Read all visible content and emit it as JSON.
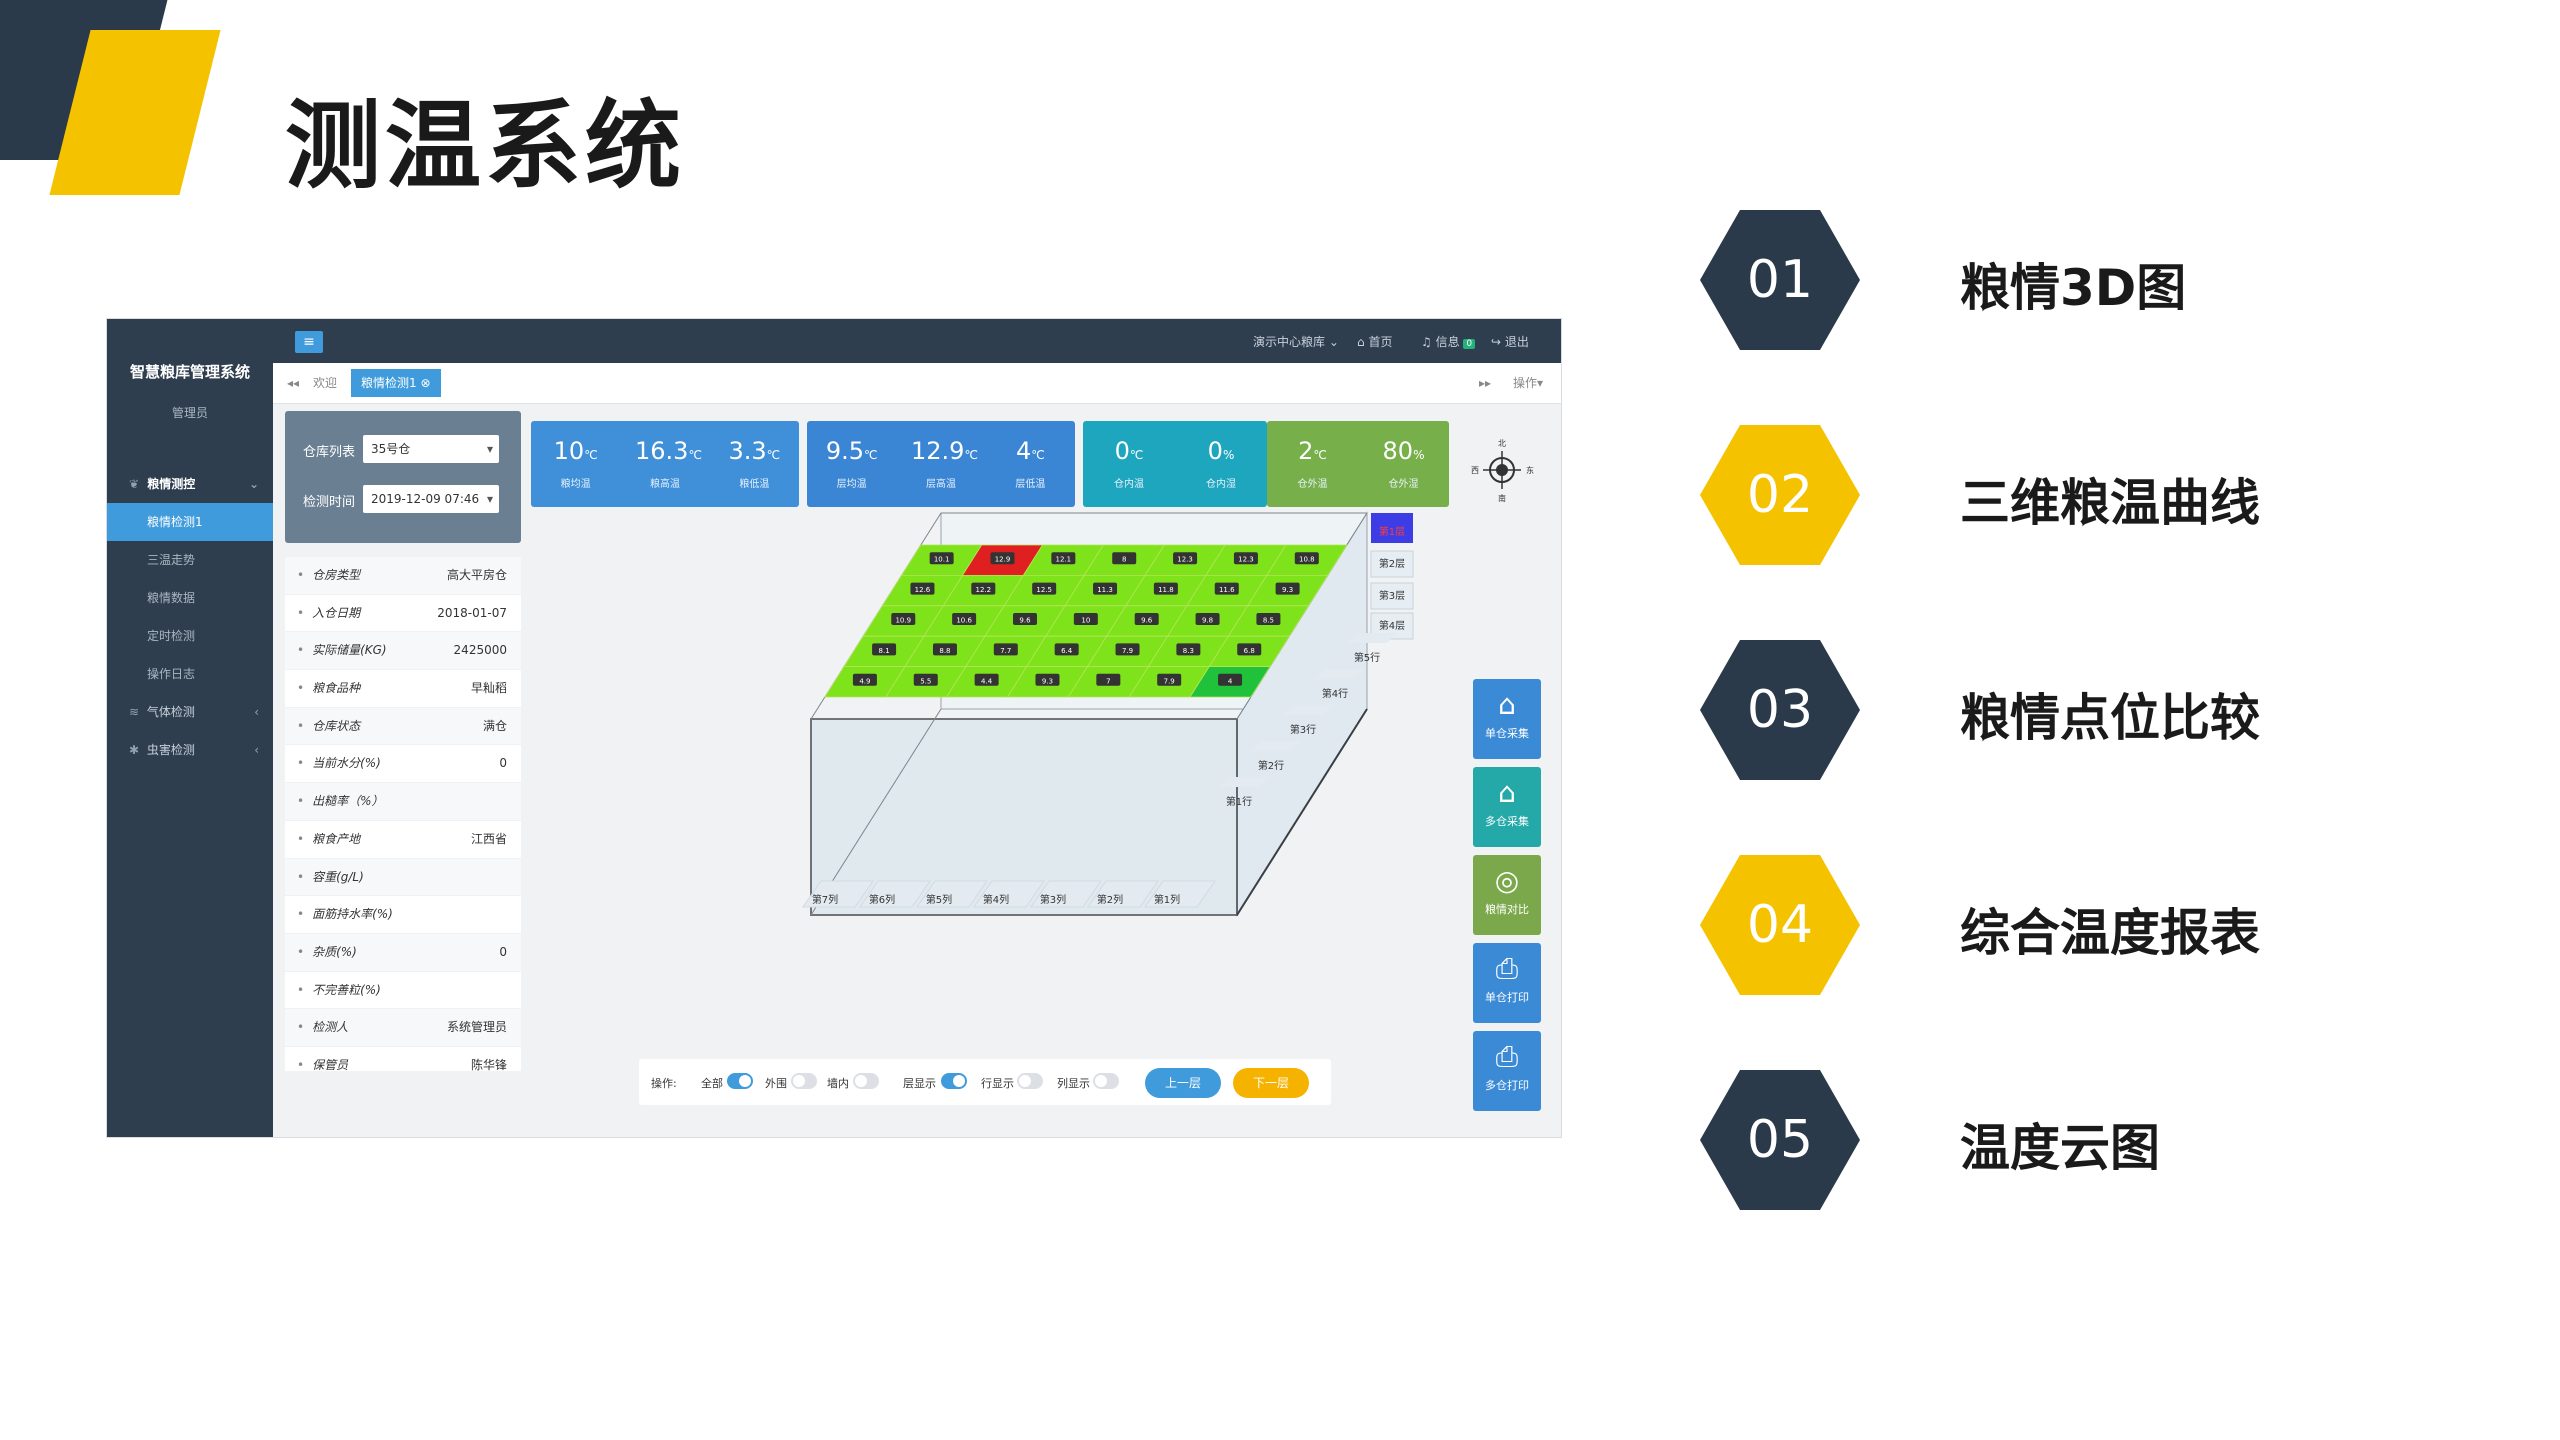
{
  "slide": {
    "title": "测温系统",
    "colors": {
      "dark": "#2b3a4a",
      "accent": "#f5c200"
    }
  },
  "features": [
    {
      "num": "01",
      "label": "粮情3D图",
      "color": "#2b3a4a"
    },
    {
      "num": "02",
      "label": "三维粮温曲线",
      "color": "#f5c200"
    },
    {
      "num": "03",
      "label": "粮情点位比较",
      "color": "#2b3a4a"
    },
    {
      "num": "04",
      "label": "综合温度报表",
      "color": "#f5c200"
    },
    {
      "num": "05",
      "label": "温度云图",
      "color": "#2b3a4a"
    }
  ],
  "app": {
    "brand": "智慧粮库管理系统",
    "role": "管理员",
    "menu": {
      "group1": "粮情测控",
      "items": [
        "粮情检测1",
        "三温走势",
        "粮情数据",
        "定时检测",
        "操作日志"
      ],
      "group2": "气体检测",
      "group3": "虫害检测"
    },
    "topbar": {
      "depot": "演示中心粮库",
      "home": "首页",
      "messages": "信息",
      "message_count": "0",
      "logout": "退出"
    },
    "tabs": {
      "welcome": "欢迎",
      "active": "粮情检测1",
      "ops": "操作"
    },
    "filters": {
      "warehouse_label": "仓库列表",
      "warehouse_value": "35号仓",
      "time_label": "检测时间",
      "time_value": "2019-12-09 07:46"
    },
    "info": [
      {
        "k": "仓房类型",
        "v": "高大平房仓"
      },
      {
        "k": "入仓日期",
        "v": "2018-01-07"
      },
      {
        "k": "实际储量(KG)",
        "v": "2425000"
      },
      {
        "k": "粮食品种",
        "v": "早籼稻"
      },
      {
        "k": "仓库状态",
        "v": "满仓"
      },
      {
        "k": "当前水分(%)",
        "v": "0"
      },
      {
        "k": "出糙率（%）",
        "v": ""
      },
      {
        "k": "粮食产地",
        "v": "江西省"
      },
      {
        "k": "容重(g/L)",
        "v": ""
      },
      {
        "k": "面筋持水率(%)",
        "v": ""
      },
      {
        "k": "杂质(%)",
        "v": "0"
      },
      {
        "k": "不完善粒(%)",
        "v": ""
      },
      {
        "k": "检测人",
        "v": "系统管理员"
      },
      {
        "k": "保管员",
        "v": "陈华锋"
      }
    ],
    "stats": [
      {
        "color": "#3f8fd9",
        "cells": [
          {
            "v": "10",
            "u": "℃",
            "l": "粮均温"
          },
          {
            "v": "16.3",
            "u": "℃",
            "l": "粮高温"
          },
          {
            "v": "3.3",
            "u": "℃",
            "l": "粮低温"
          }
        ]
      },
      {
        "color": "#3b86d4",
        "cells": [
          {
            "v": "9.5",
            "u": "℃",
            "l": "层均温"
          },
          {
            "v": "12.9",
            "u": "℃",
            "l": "层高温"
          },
          {
            "v": "4",
            "u": "℃",
            "l": "层低温"
          }
        ]
      },
      {
        "color": "#1fa6bf",
        "cells": [
          {
            "v": "0",
            "u": "℃",
            "l": "仓内温"
          },
          {
            "v": "0",
            "u": "%",
            "l": "仓内湿"
          }
        ]
      },
      {
        "color": "#77b04a",
        "cells": [
          {
            "v": "2",
            "u": "℃",
            "l": "仓外温"
          },
          {
            "v": "80",
            "u": "%",
            "l": "仓外湿"
          }
        ]
      }
    ],
    "compass": {
      "n": "北",
      "s": "南",
      "w": "西",
      "e": "东"
    },
    "grid": {
      "rows": [
        [
          "10.1",
          "12.9",
          "12.1",
          "8",
          "12.3",
          "12.3",
          "10.8"
        ],
        [
          "12.6",
          "12.2",
          "12.5",
          "11.3",
          "11.8",
          "11.6",
          "9.3"
        ],
        [
          "10.9",
          "10.6",
          "9.6",
          "10",
          "9.6",
          "9.8",
          "8.5"
        ],
        [
          "8.1",
          "8.8",
          "7.7",
          "6.4",
          "7.9",
          "8.3",
          "6.8"
        ],
        [
          "4.9",
          "5.5",
          "4.4",
          "9.3",
          "7",
          "7.9",
          "4"
        ]
      ],
      "hot_color": "#e02020",
      "cold_color": "#1fc23a",
      "base_color": "#7ee31a"
    },
    "layers": [
      "第1层",
      "第2层",
      "第3层",
      "第4层"
    ],
    "row_labels": [
      "第5行",
      "第4行",
      "第3行",
      "第2行",
      "第1行"
    ],
    "col_labels": [
      "第7列",
      "第6列",
      "第5列",
      "第4列",
      "第3列",
      "第2列",
      "第1列"
    ],
    "side_buttons": [
      {
        "label": "单仓采集",
        "color": "#3b8ad6",
        "icon": "⌂"
      },
      {
        "label": "多仓采集",
        "color": "#25a9a8",
        "icon": "⌂"
      },
      {
        "label": "粮情对比",
        "color": "#7aa84a",
        "icon": "◎"
      },
      {
        "label": "单仓打印",
        "color": "#3b8ad6",
        "icon": "⎙"
      },
      {
        "label": "多仓打印",
        "color": "#3b8ad6",
        "icon": "⎙"
      }
    ],
    "opbar": {
      "label": "操作:",
      "all": "全部",
      "outer": "外围",
      "wall": "墙内",
      "layer_show": "层显示",
      "row_show": "行显示",
      "col_show": "列显示",
      "prev": "上一层",
      "next": "下一层"
    }
  }
}
